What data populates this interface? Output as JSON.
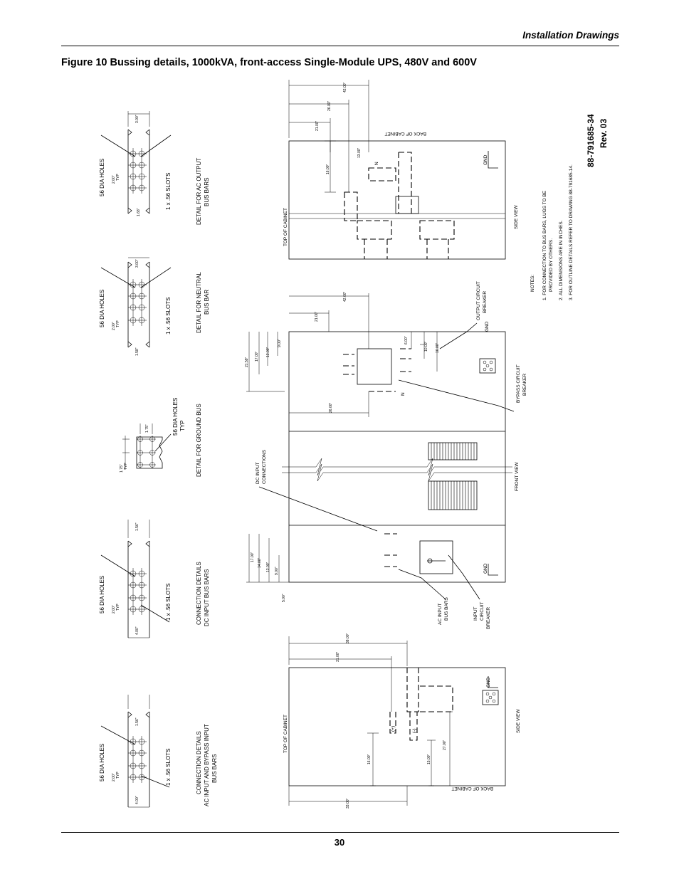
{
  "header": {
    "section_title": "Installation Drawings",
    "figure_title": "Figure 10  Bussing details, 1000kVA, front-access Single-Module UPS, 480V and 600V"
  },
  "page_number": "30",
  "drawing": {
    "number": "88-791685-34",
    "revision": "Rev. 03",
    "details": {
      "ac_output": {
        "caption_1": "DETAIL FOR AC OUTPUT",
        "caption_2": "BUS BARS",
        "holes": "56 DIA HOLES",
        "slots": "1 x .56 SLOTS",
        "dim_spacing": "2.00\"",
        "dim_typ": "TYP",
        "dim_top": "3.00\"",
        "dim_bottom": "1.68\""
      },
      "neutral": {
        "caption_1": "DETAIL FOR NEUTRAL",
        "caption_2": "BUS BAR",
        "holes": "56 DIA HOLES",
        "slots": "1 x .56 SLOTS",
        "dim_spacing": "2.00\"",
        "dim_typ": "TYP",
        "dim_top": "3.00\"",
        "dim_bottom": "1.58\""
      },
      "ground": {
        "caption": "DETAIL FOR GROUND BUS",
        "holes": "56 DIA  HOLES",
        "holes_typ": "TYP",
        "dim_top": "1.75\"",
        "dim_left": "1.75\"",
        "dim_left_typ": "TYP"
      },
      "dc_input": {
        "caption_1": "CONNECTION DETAILS",
        "caption_2": "DC INPUT BUS BARS",
        "holes": "56 DIA HOLES",
        "slots": "1 x .56 SLOTS",
        "dim_spacing": "2.00\"",
        "dim_typ": "TYP",
        "dim_top": "1.56\"",
        "dim_bottom": "4.00\""
      },
      "ac_bypass_input": {
        "caption_1": "CONNECTION DETAILS",
        "caption_2": "AC INPUT AND BYPASS INPUT",
        "caption_3": "BUS BARS",
        "holes": "56 DIA HOLES",
        "slots": "1 x .56 SLOTS",
        "dim_spacing": "2.00\"",
        "dim_typ": "TYP",
        "dim_top": "1.56\"",
        "dim_bottom": "4.00\""
      }
    },
    "side_view_top": {
      "label_side": "SIDE VIEW",
      "label_top": "TOP OF CABINET",
      "label_back": "BACK OF CABINET",
      "gnd": "GND",
      "n": "N",
      "dims": [
        "42.00\"",
        "26.00\"",
        "21.00\"",
        "16.00\"",
        "13.00\""
      ]
    },
    "front_view": {
      "label": "FRONT VIEW",
      "gnd_top": "GND",
      "gnd_bottom": "GND",
      "n": "N",
      "output_breaker": [
        "OUTPUT CIRCUIT",
        "BREAKER"
      ],
      "bypass_breaker": [
        "BYPASS CIRCUIT",
        "BREAKER"
      ],
      "dc_input": [
        "DC INPUT",
        "CONNECTIONS"
      ],
      "ac_input": [
        "AC INPUT",
        "BUS BARS"
      ],
      "input_breaker": [
        "INPUT",
        "CIRCUIT",
        "BREAKER"
      ],
      "dims_upper": [
        "42.00\"",
        "21.00\"",
        "21.59\"",
        "17.00\"",
        "13.00\"",
        "9.00\"",
        "6.00\"",
        "10.00\"",
        "16.00\"",
        "26.00\""
      ],
      "dims_lower": [
        "17.00\"",
        "14.00\"",
        "13.00\"",
        "9.00\"",
        "5.00\""
      ]
    },
    "side_view_bottom": {
      "label_side": "SIDE VIEW",
      "label_top": "TOP OF CABINET",
      "label_back": "BACK OF CABINET",
      "gnd": "GND",
      "plus": "(+)",
      "minus": "(-)",
      "dims": [
        "38.00\"",
        "31.00\"",
        "16.00\"",
        "15.00\"",
        "27.00\"",
        "33.00\""
      ]
    },
    "notes": {
      "heading": "NOTES:",
      "n1a": "1. FOR CONNECTION TO BUS BARS, LUGS TO BE",
      "n1b": "PROVIDED BY OTHERS.",
      "n2": "2. ALL DIMENSIONS ARE IN INCHES.",
      "n3": "3. FOR OUTLINE DETAILS REFER TO DRAWING 88-791685-14."
    }
  }
}
